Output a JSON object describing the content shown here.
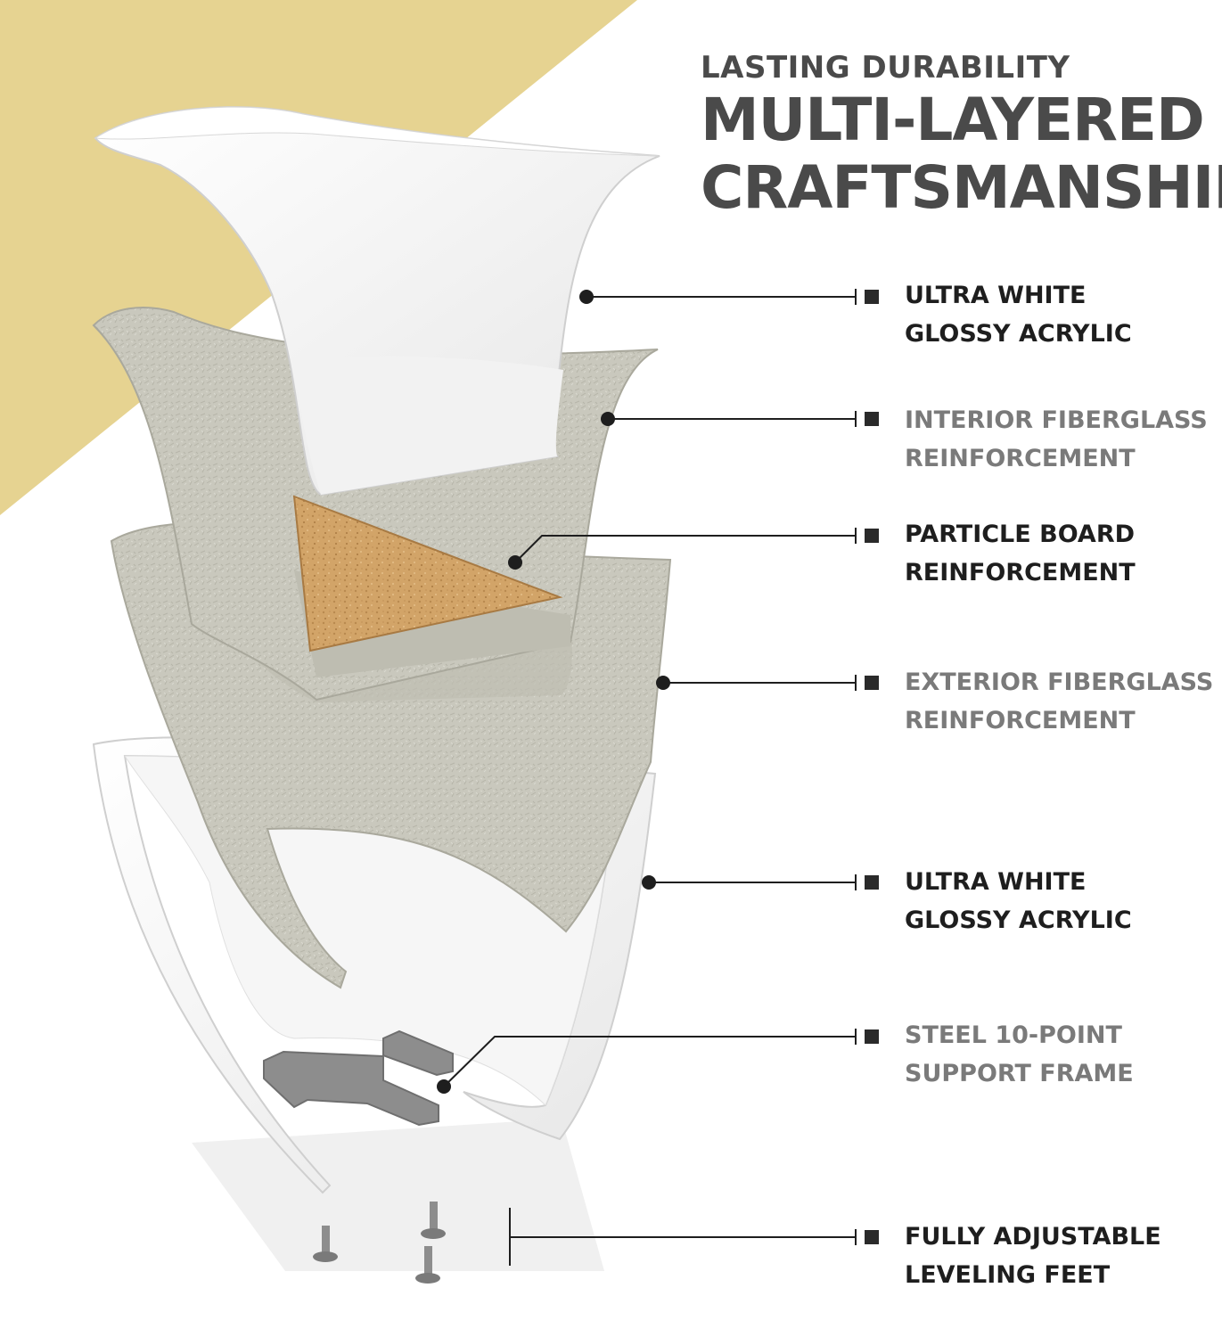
{
  "header": {
    "kicker": "LASTING DURABILITY",
    "title_line1": "MULTI-LAYERED",
    "title_line2": "CRAFTSMANSHIP"
  },
  "colors": {
    "accent_background": "#e6d391",
    "heading_text": "#4a4a4a",
    "label_dark": "#1e1e1e",
    "label_gray": "#7a7a7a",
    "fiberglass": "#c9c8bd",
    "particle_board": "#d2a468",
    "steel": "#8d8d8d"
  },
  "layers": [
    {
      "line1": "ULTRA WHITE",
      "line2": "GLOSSY ACRYLIC",
      "tone": "dark",
      "icon": "bullet-square-icon"
    },
    {
      "line1": "INTERIOR FIBERGLASS",
      "line2": "REINFORCEMENT",
      "tone": "gray",
      "icon": "bullet-square-icon"
    },
    {
      "line1": "PARTICLE BOARD",
      "line2": "REINFORCEMENT",
      "tone": "dark",
      "icon": "bullet-square-icon"
    },
    {
      "line1": "EXTERIOR FIBERGLASS",
      "line2": "REINFORCEMENT",
      "tone": "gray",
      "icon": "bullet-square-icon"
    },
    {
      "line1": "ULTRA WHITE",
      "line2": "GLOSSY ACRYLIC",
      "tone": "dark",
      "icon": "bullet-square-icon"
    },
    {
      "line1": "STEEL 10-POINT",
      "line2": "SUPPORT FRAME",
      "tone": "gray",
      "icon": "bullet-square-icon"
    },
    {
      "line1": "FULLY ADJUSTABLE",
      "line2": "LEVELING FEET",
      "tone": "dark",
      "icon": "bullet-square-icon"
    }
  ]
}
